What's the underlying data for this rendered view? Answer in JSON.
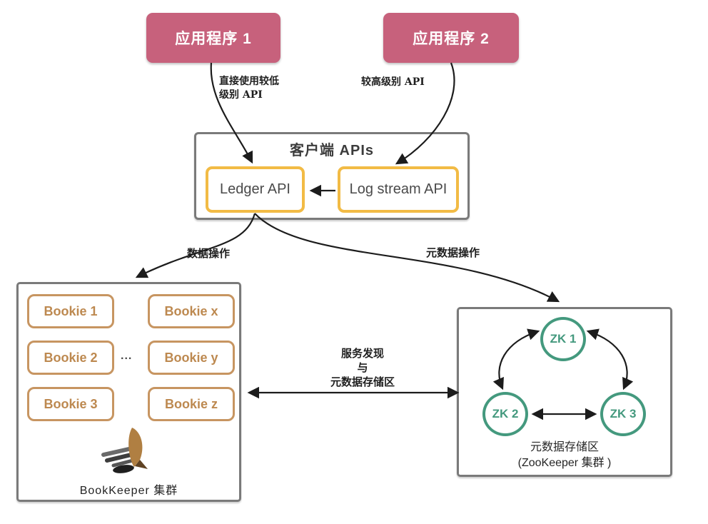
{
  "apps": {
    "app1": {
      "label": "应用程序 1"
    },
    "app2": {
      "label": "应用程序 2"
    }
  },
  "edges": {
    "app1_to_ledger": {
      "label_line1": "直接使用较低",
      "label_line2": "级别 API"
    },
    "app2_to_logstream": {
      "label": "较高级别 API"
    },
    "client_to_bookkeeper": {
      "label": "数据操作"
    },
    "client_to_zookeeper": {
      "label": "元数据操作"
    },
    "bookkeeper_to_zookeeper": {
      "label_line1": "服务发现",
      "label_line2": "与",
      "label_line3": "元数据存储区"
    }
  },
  "client_apis": {
    "title": "客户端 APIs",
    "ledger_api": "Ledger API",
    "log_stream_api": "Log stream API"
  },
  "bookkeeper_cluster": {
    "bookies": [
      "Bookie 1",
      "Bookie 2",
      "Bookie 3",
      "Bookie x",
      "Bookie y",
      "Bookie z"
    ],
    "ellipsis": "...",
    "label": "BookKeeper 集群"
  },
  "zookeeper_cluster": {
    "nodes": [
      "ZK 1",
      "ZK 2",
      "ZK 3"
    ],
    "label_line1": "元数据存储区",
    "label_line2": "(ZooKeeper 集群 )"
  },
  "colors": {
    "rose": "#c7617c",
    "amber": "#f2bb45",
    "tan": "#c79561",
    "tan-text": "#bd8950",
    "green": "#44997e",
    "box-border": "#7a7a7a",
    "arrow": "#1c1c1c"
  }
}
